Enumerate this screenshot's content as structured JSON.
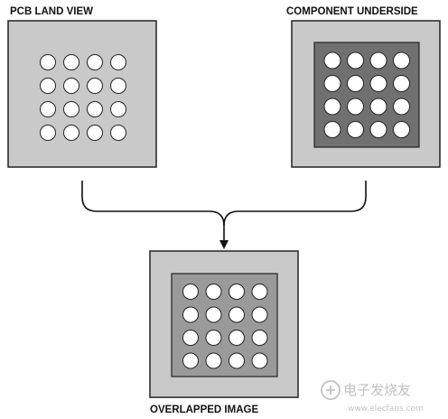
{
  "labels": {
    "land_view": "PCB LAND VIEW",
    "component_underside": "COMPONENT UNDERSIDE",
    "overlapped": "OVERLAPPED IMAGE"
  },
  "watermark": {
    "cn_text": "电子发烧友",
    "url_text": "www.elecfans.com"
  },
  "grid": {
    "rows": 4,
    "cols": 4
  },
  "colors": {
    "outer_fill": "#c9c9c9",
    "inner_dark": "#707070",
    "inner_mid": "#9a9a9a",
    "pad_fill": "#ffffff",
    "stroke": "#222222"
  }
}
